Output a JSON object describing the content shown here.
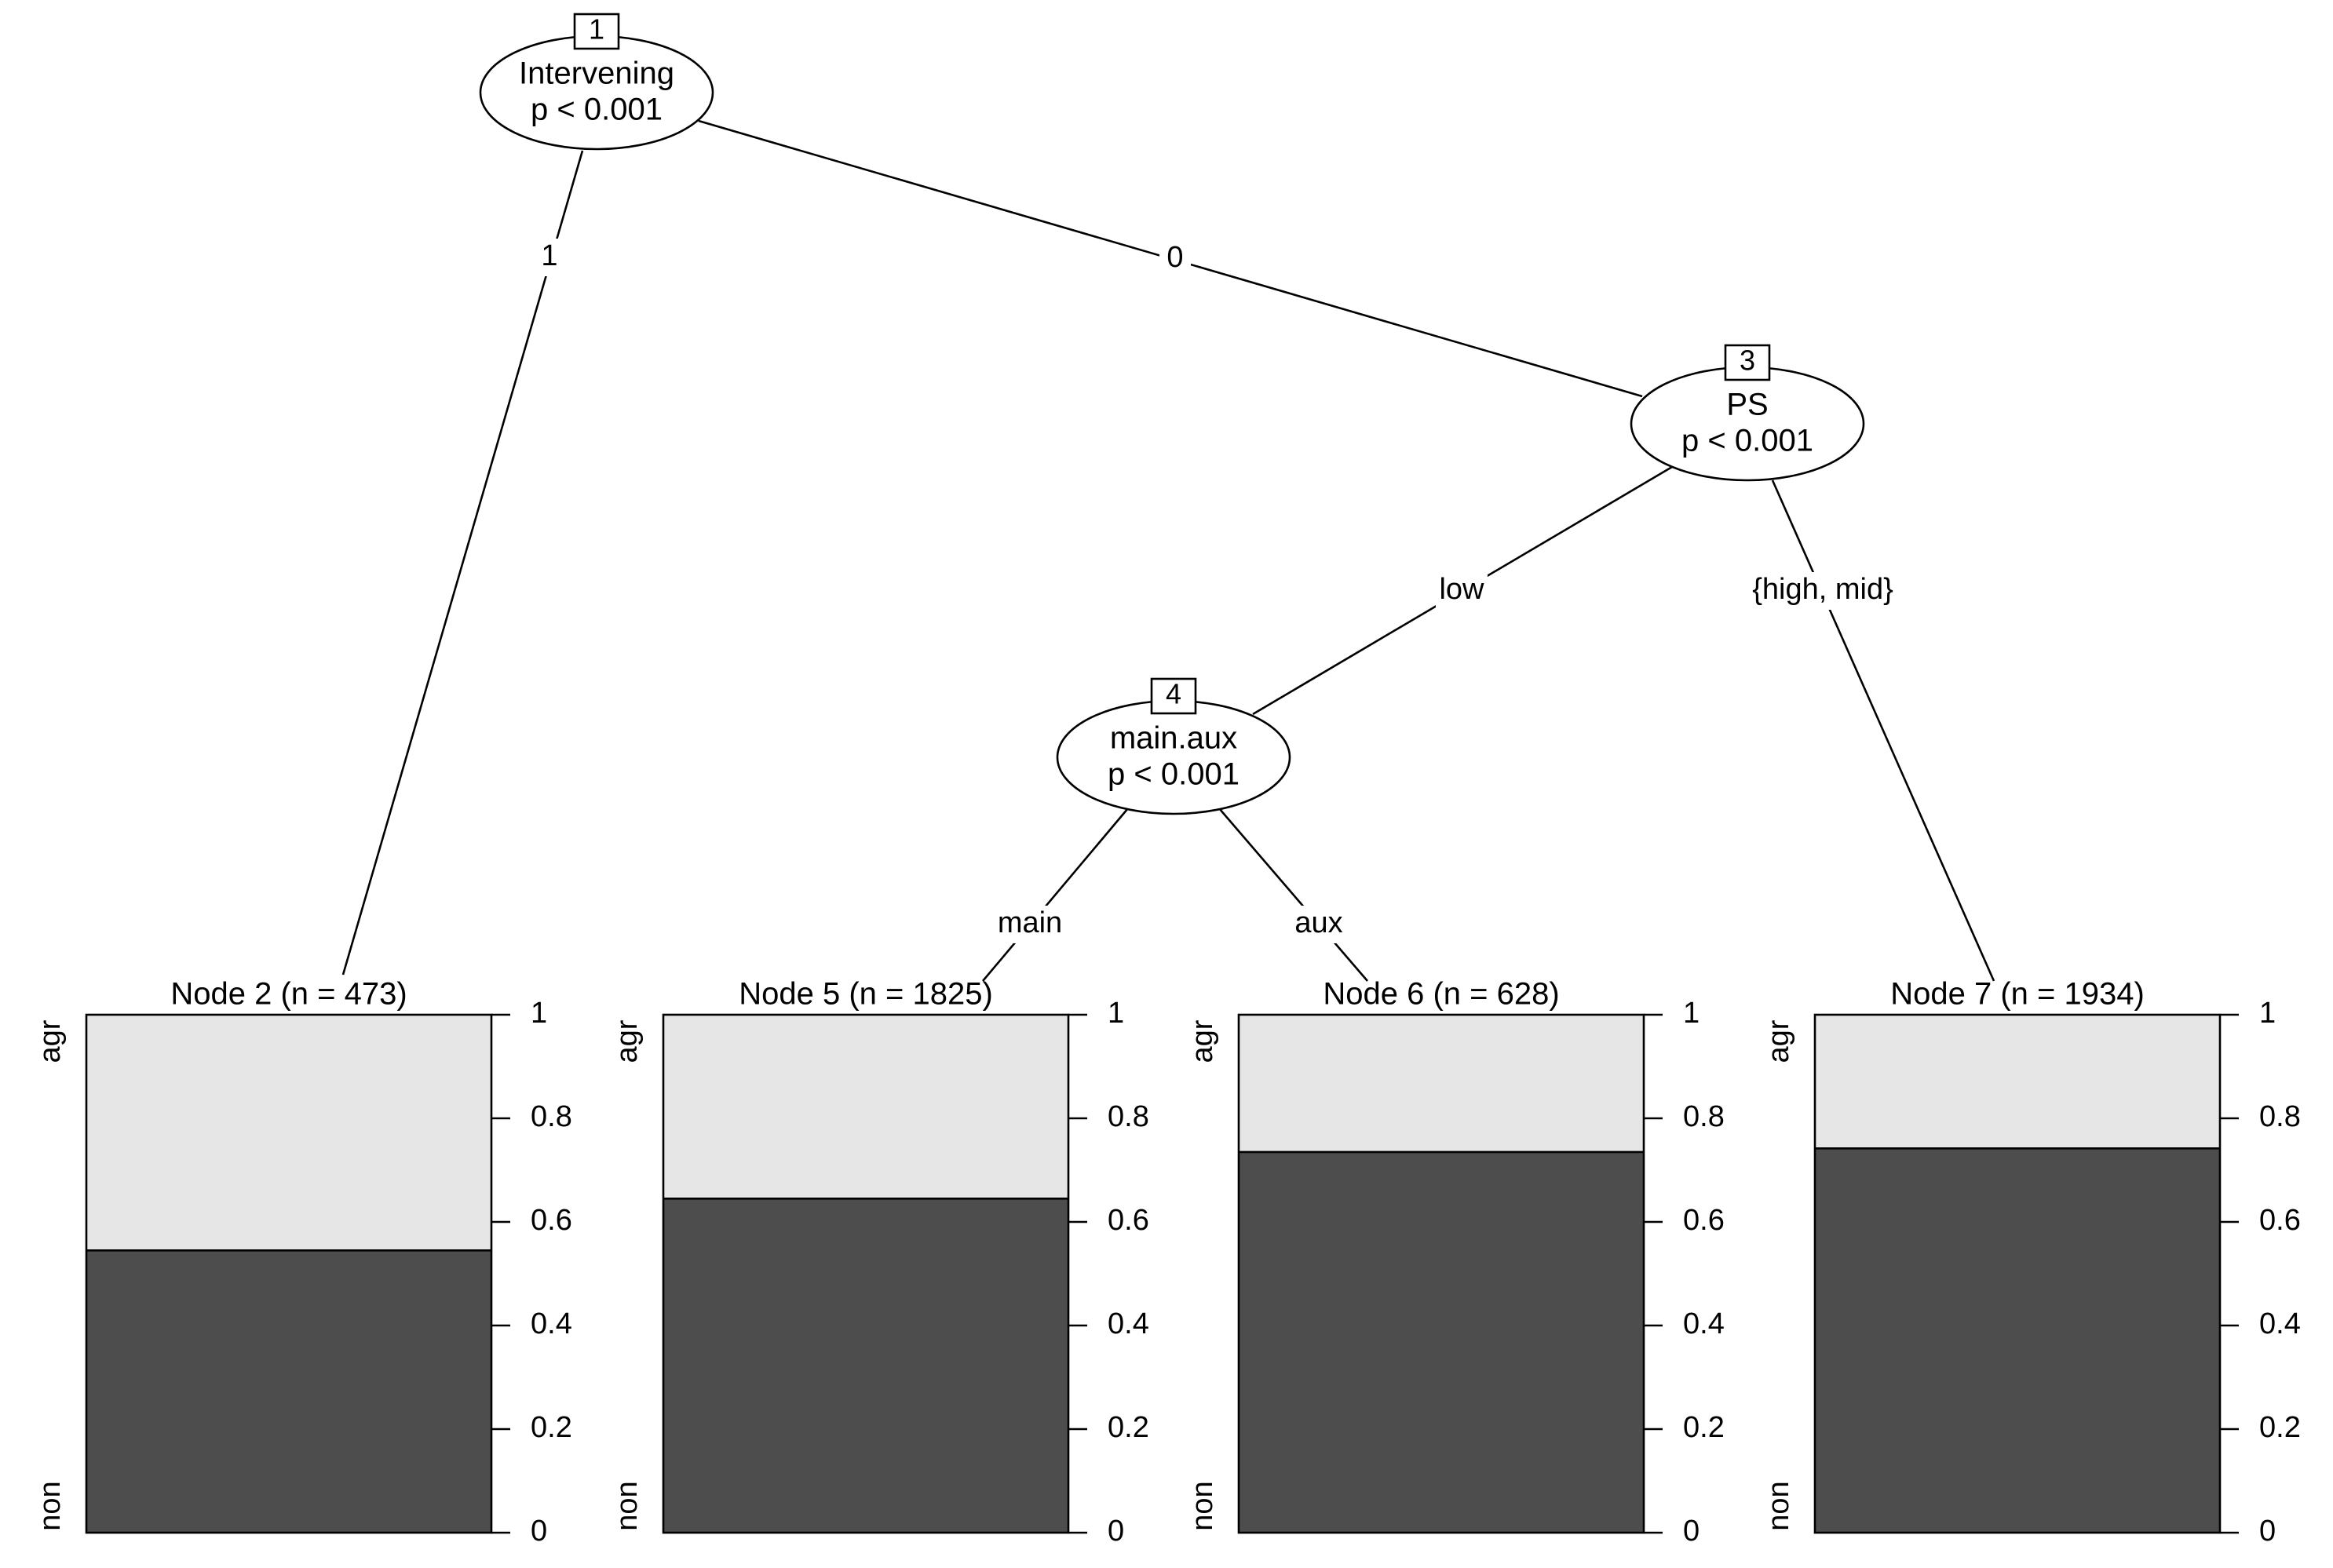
{
  "colors": {
    "agr": "#e6e6e6",
    "non": "#4d4d4d",
    "line": "#000000",
    "background": "#ffffff"
  },
  "inner_nodes": [
    {
      "id": "1",
      "variable": "Intervening",
      "p": "p < 0.001"
    },
    {
      "id": "3",
      "variable": "PS",
      "p": "p < 0.001"
    },
    {
      "id": "4",
      "variable": "main.aux",
      "p": "p < 0.001"
    }
  ],
  "edges": [
    {
      "from": "1",
      "to": "2",
      "label": "1"
    },
    {
      "from": "1",
      "to": "3",
      "label": "0"
    },
    {
      "from": "3",
      "to": "4",
      "label": "low"
    },
    {
      "from": "3",
      "to": "7",
      "label": "{high, mid}"
    },
    {
      "from": "4",
      "to": "5",
      "label": "main"
    },
    {
      "from": "4",
      "to": "6",
      "label": "aux"
    }
  ],
  "terminal_nodes": [
    {
      "id": "2",
      "title": "Node 2 (n = 473)",
      "non_share": 0.545
    },
    {
      "id": "5",
      "title": "Node 5 (n = 1825)",
      "non_share": 0.645
    },
    {
      "id": "6",
      "title": "Node 6 (n = 628)",
      "non_share": 0.735
    },
    {
      "id": "7",
      "title": "Node 7 (n = 1934)",
      "non_share": 0.742
    }
  ],
  "categories": {
    "top": "agr",
    "bottom": "non"
  },
  "y_ticks": [
    "0",
    "0.2",
    "0.4",
    "0.6",
    "0.8",
    "1"
  ]
}
